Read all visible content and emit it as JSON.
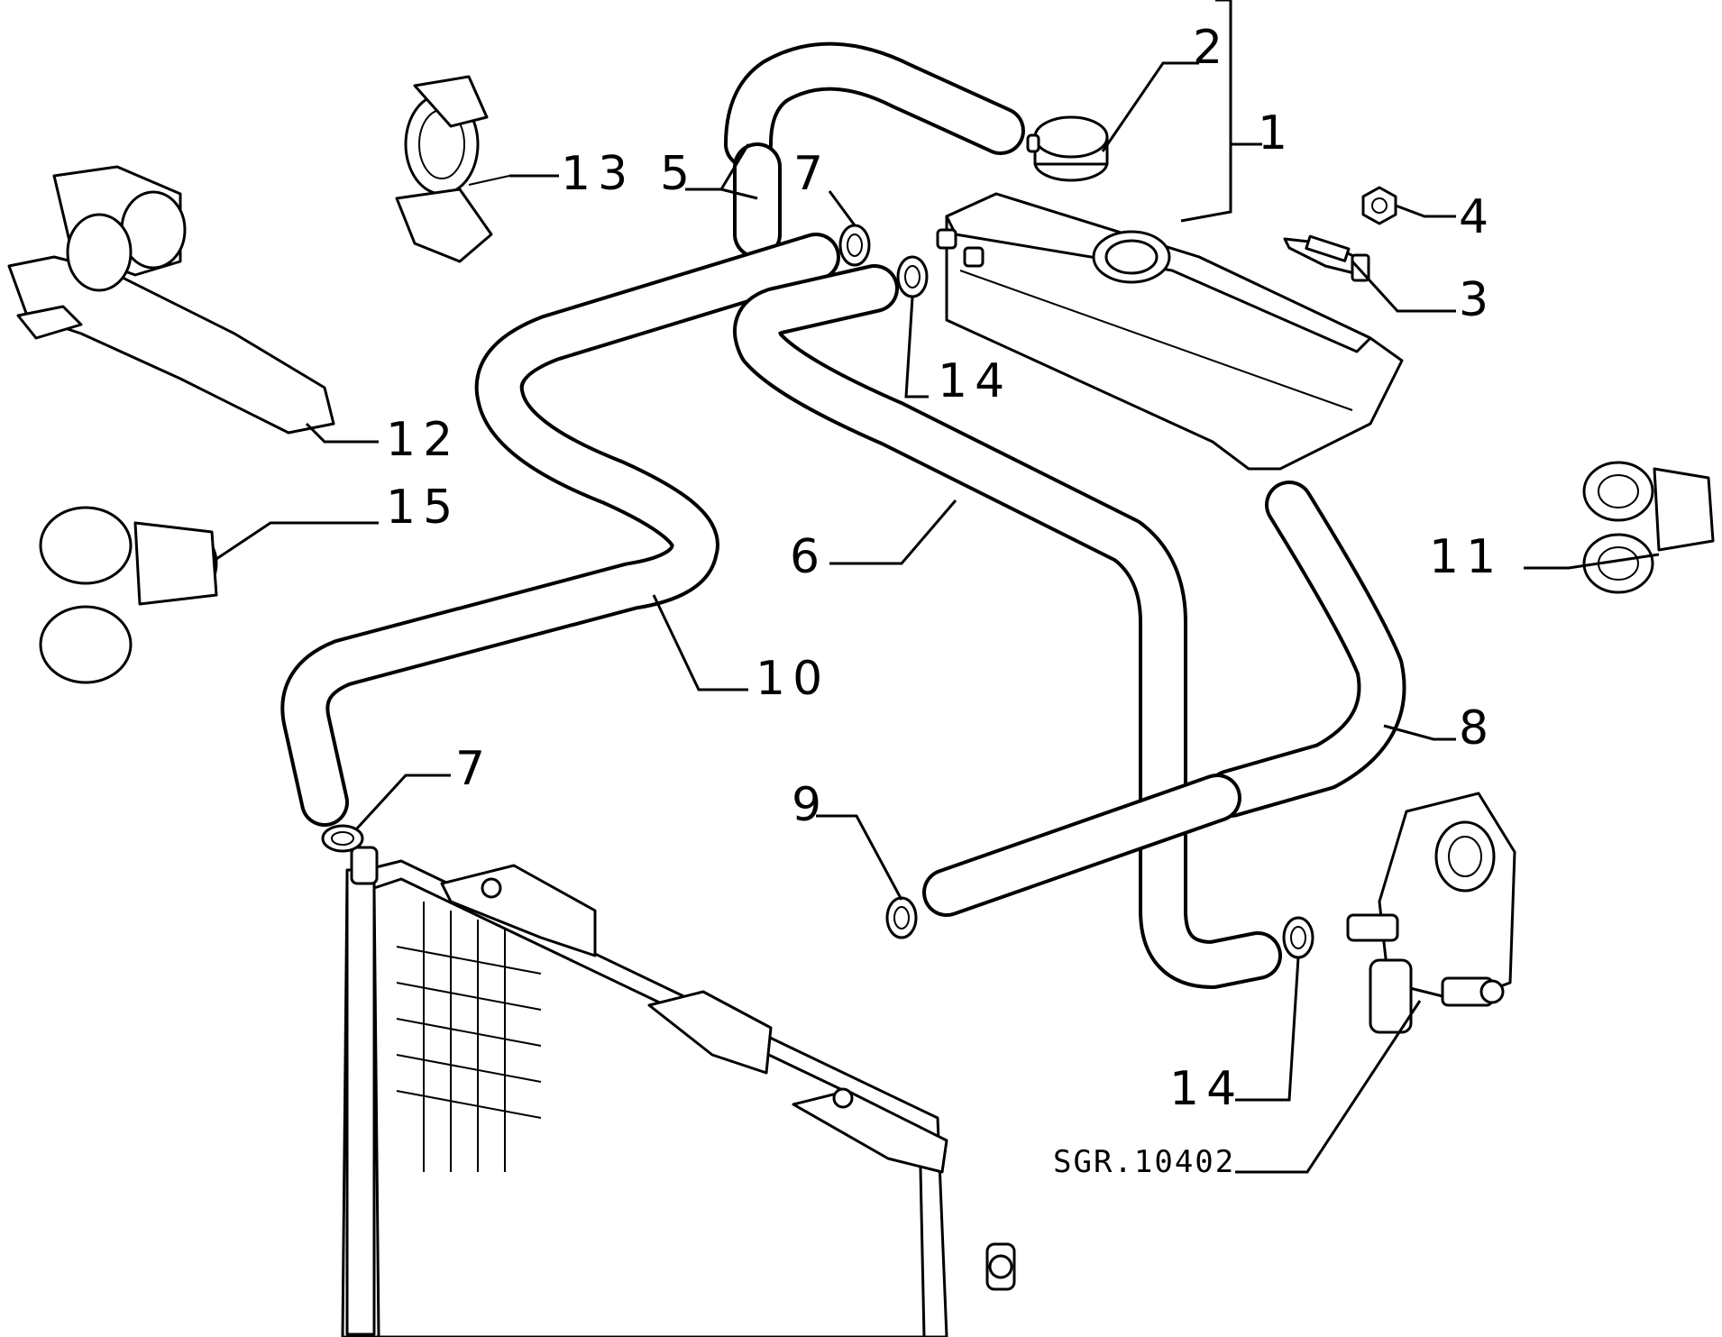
{
  "labels": {
    "l1": "1",
    "l2": "2",
    "l3": "3",
    "l4": "4",
    "l5": "5",
    "l6": "6",
    "l7a": "7",
    "l7b": "7",
    "l8": "8",
    "l9": "9",
    "l10": "10",
    "l11": "11",
    "l12": "12",
    "l13": "13",
    "l14a": "14",
    "l14b": "14",
    "l15": "15"
  },
  "reference": "SGR.10402"
}
